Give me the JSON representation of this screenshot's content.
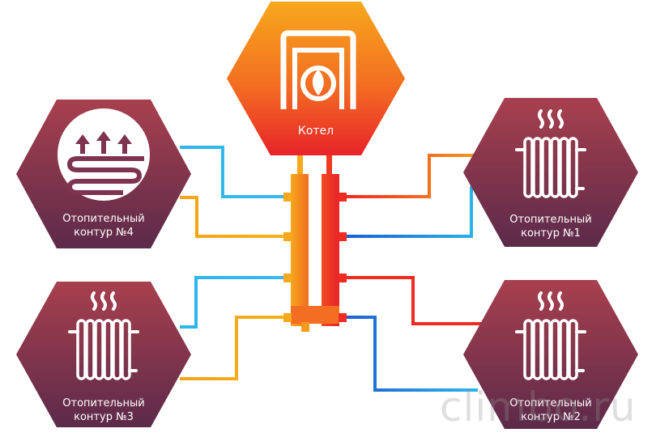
{
  "boiler": {
    "label": "Котел"
  },
  "circuits": [
    {
      "line1": "Отопительный",
      "line2": "контур  №1"
    },
    {
      "line1": "Отопительный",
      "line2": "контур  №2"
    },
    {
      "line1": "Отопительный",
      "line2": "контур  №3"
    },
    {
      "line1": "Отопительный",
      "line2": "контур  №4"
    }
  ],
  "watermark": "climbo.ru",
  "colors": {
    "hex_top": "#a8404e",
    "hex_bottom": "#5c2a4a",
    "boiler_top": "#f7a81c",
    "boiler_bottom": "#e8232a",
    "hot_pipe": "#ef2b22",
    "warm_pipe": "#f7a31a",
    "cold_pipe": "#2cb6ec",
    "return_pipe": "#1f5fd1"
  },
  "icons": {
    "boiler": "boiler-flame-icon",
    "circuit1": "radiator-icon",
    "circuit2": "radiator-icon",
    "circuit3": "radiator-icon",
    "circuit4": "underfloor-heating-icon"
  }
}
